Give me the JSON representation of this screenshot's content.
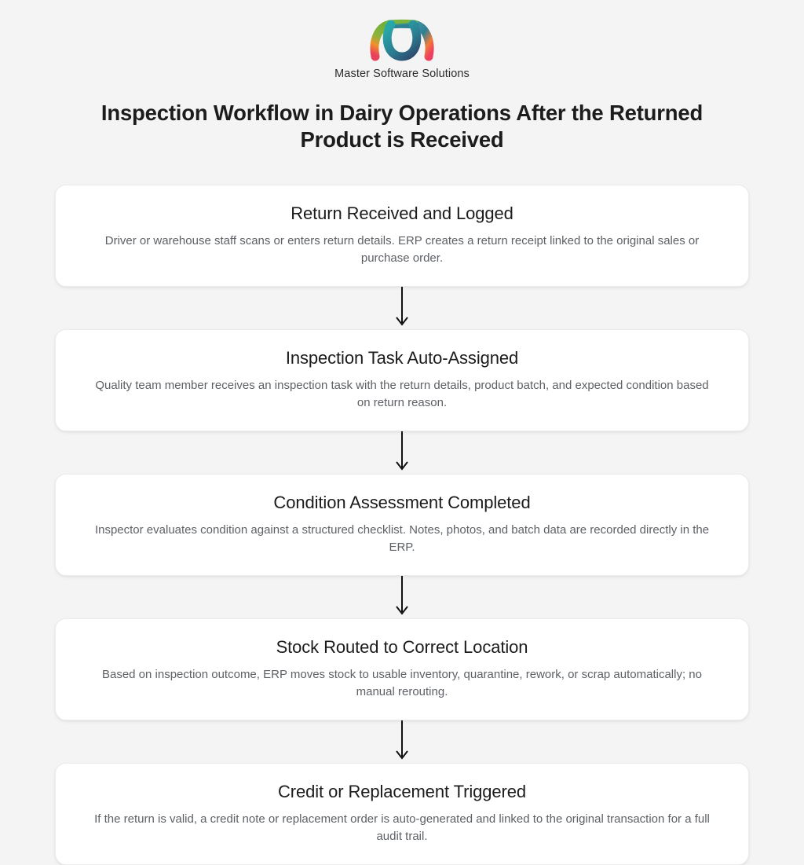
{
  "brand": {
    "logo_icon": "master-software-solutions-logo",
    "name": "Master Software Solutions",
    "logo_colors": {
      "left_arc_start": "#5faa3c",
      "left_arc_mid": "#f08a2a",
      "left_arc_end": "#e8425a",
      "right_arc_start": "#2f7f93",
      "right_arc_mid": "#2c6e86",
      "right_arc_end": "#ef5a3c",
      "center_start": "#2aa0a8",
      "center_end": "#2e4f72"
    }
  },
  "header": {
    "title": "Inspection Workflow in Dairy Operations After the Returned Product is Received"
  },
  "theme": {
    "background": "#f4f4f4",
    "card_background": "#ffffff",
    "card_border": "#ececec",
    "title_color": "#1c1c1c",
    "body_color": "#5d6166",
    "arrow_color": "#111111"
  },
  "flow": {
    "arrow_icon": "arrow-down-icon",
    "steps": [
      {
        "title": "Return Received and Logged",
        "description": "Driver or warehouse staff scans or enters return details. ERP creates a return receipt linked to the original sales or purchase order."
      },
      {
        "title": "Inspection Task Auto-Assigned",
        "description": "Quality team member receives an inspection task with the return details, product batch, and expected condition based on return reason."
      },
      {
        "title": "Condition Assessment Completed",
        "description": "Inspector evaluates condition against a structured checklist. Notes, photos, and batch data are recorded directly in the ERP."
      },
      {
        "title": "Stock Routed to Correct Location",
        "description": "Based on inspection outcome, ERP moves stock to usable inventory, quarantine, rework, or scrap automatically; no manual rerouting."
      },
      {
        "title": "Credit or Replacement Triggered",
        "description": "If the return is valid, a credit note or replacement order is auto-generated and linked to the original transaction for a full audit trail."
      }
    ]
  }
}
